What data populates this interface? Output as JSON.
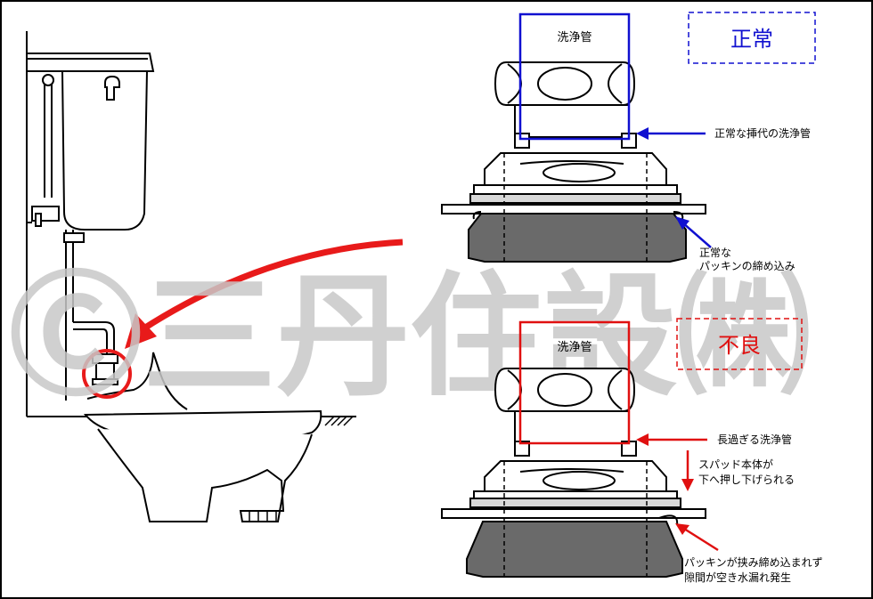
{
  "normal": {
    "badge": "正常",
    "pipe_label": "洗浄管",
    "callout_pipe": "正常な挿代の洗浄管",
    "callout_packing_line1": "正常な",
    "callout_packing_line2": "パッキンの締め込み"
  },
  "defect": {
    "badge": "不良",
    "pipe_label": "洗浄管",
    "callout_pipe": "長過ぎる洗浄管",
    "callout_spud_line1": "スパッド本体が",
    "callout_spud_line2": "下へ押し下げられる",
    "callout_packing_line1": "パッキンが挟み締め込まれず",
    "callout_packing_line2": "隙間が空き水漏れ発生"
  },
  "watermark": "Ⓒ三丹住設㈱",
  "colors": {
    "normal": "#1010d0",
    "defect": "#e01010",
    "arrow": "#e81a1a",
    "packing": "#6a6a6a",
    "watermark": "#c8c8c8"
  }
}
